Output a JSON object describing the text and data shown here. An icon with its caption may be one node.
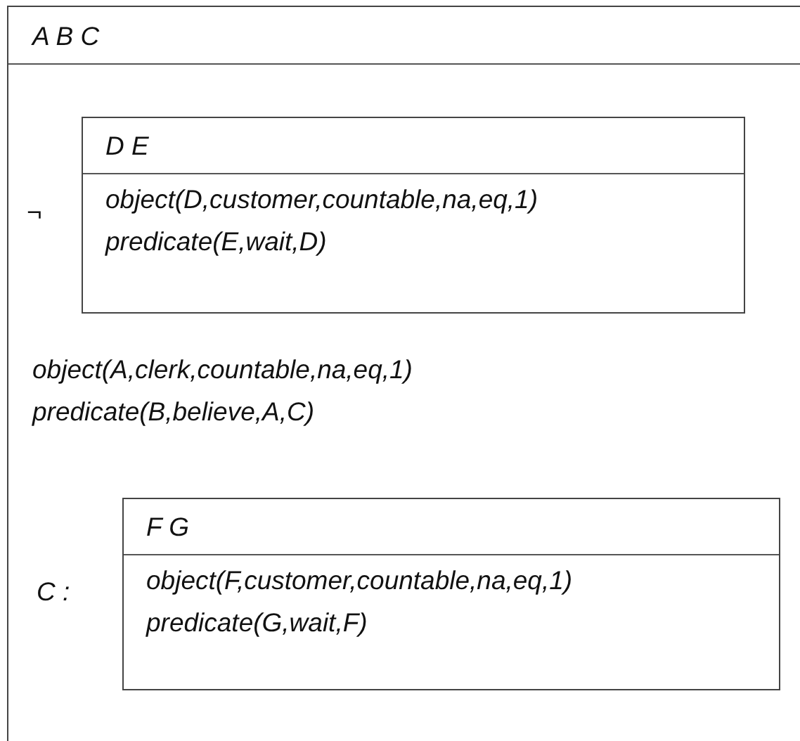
{
  "diagram": {
    "nodes": [
      {
        "text": [
          "A B C",
          "object(A,clerk,countable,na,eq,1)",
          "predicate(B,believe,A,C)"
        ]
      },
      {
        "text": [
          "D E",
          "object(D,customer,countable,na,eq,1)",
          "predicate(E,wait,D)"
        ],
        "in": 0,
        "beside": [
          "¬"
        ]
      },
      {
        "text": [
          "F G",
          "object(F,customer,countable,na,eq,1)",
          "predicate(G,wait,F)"
        ],
        "in": 0,
        "beside": [
          "C :"
        ]
      }
    ]
  }
}
